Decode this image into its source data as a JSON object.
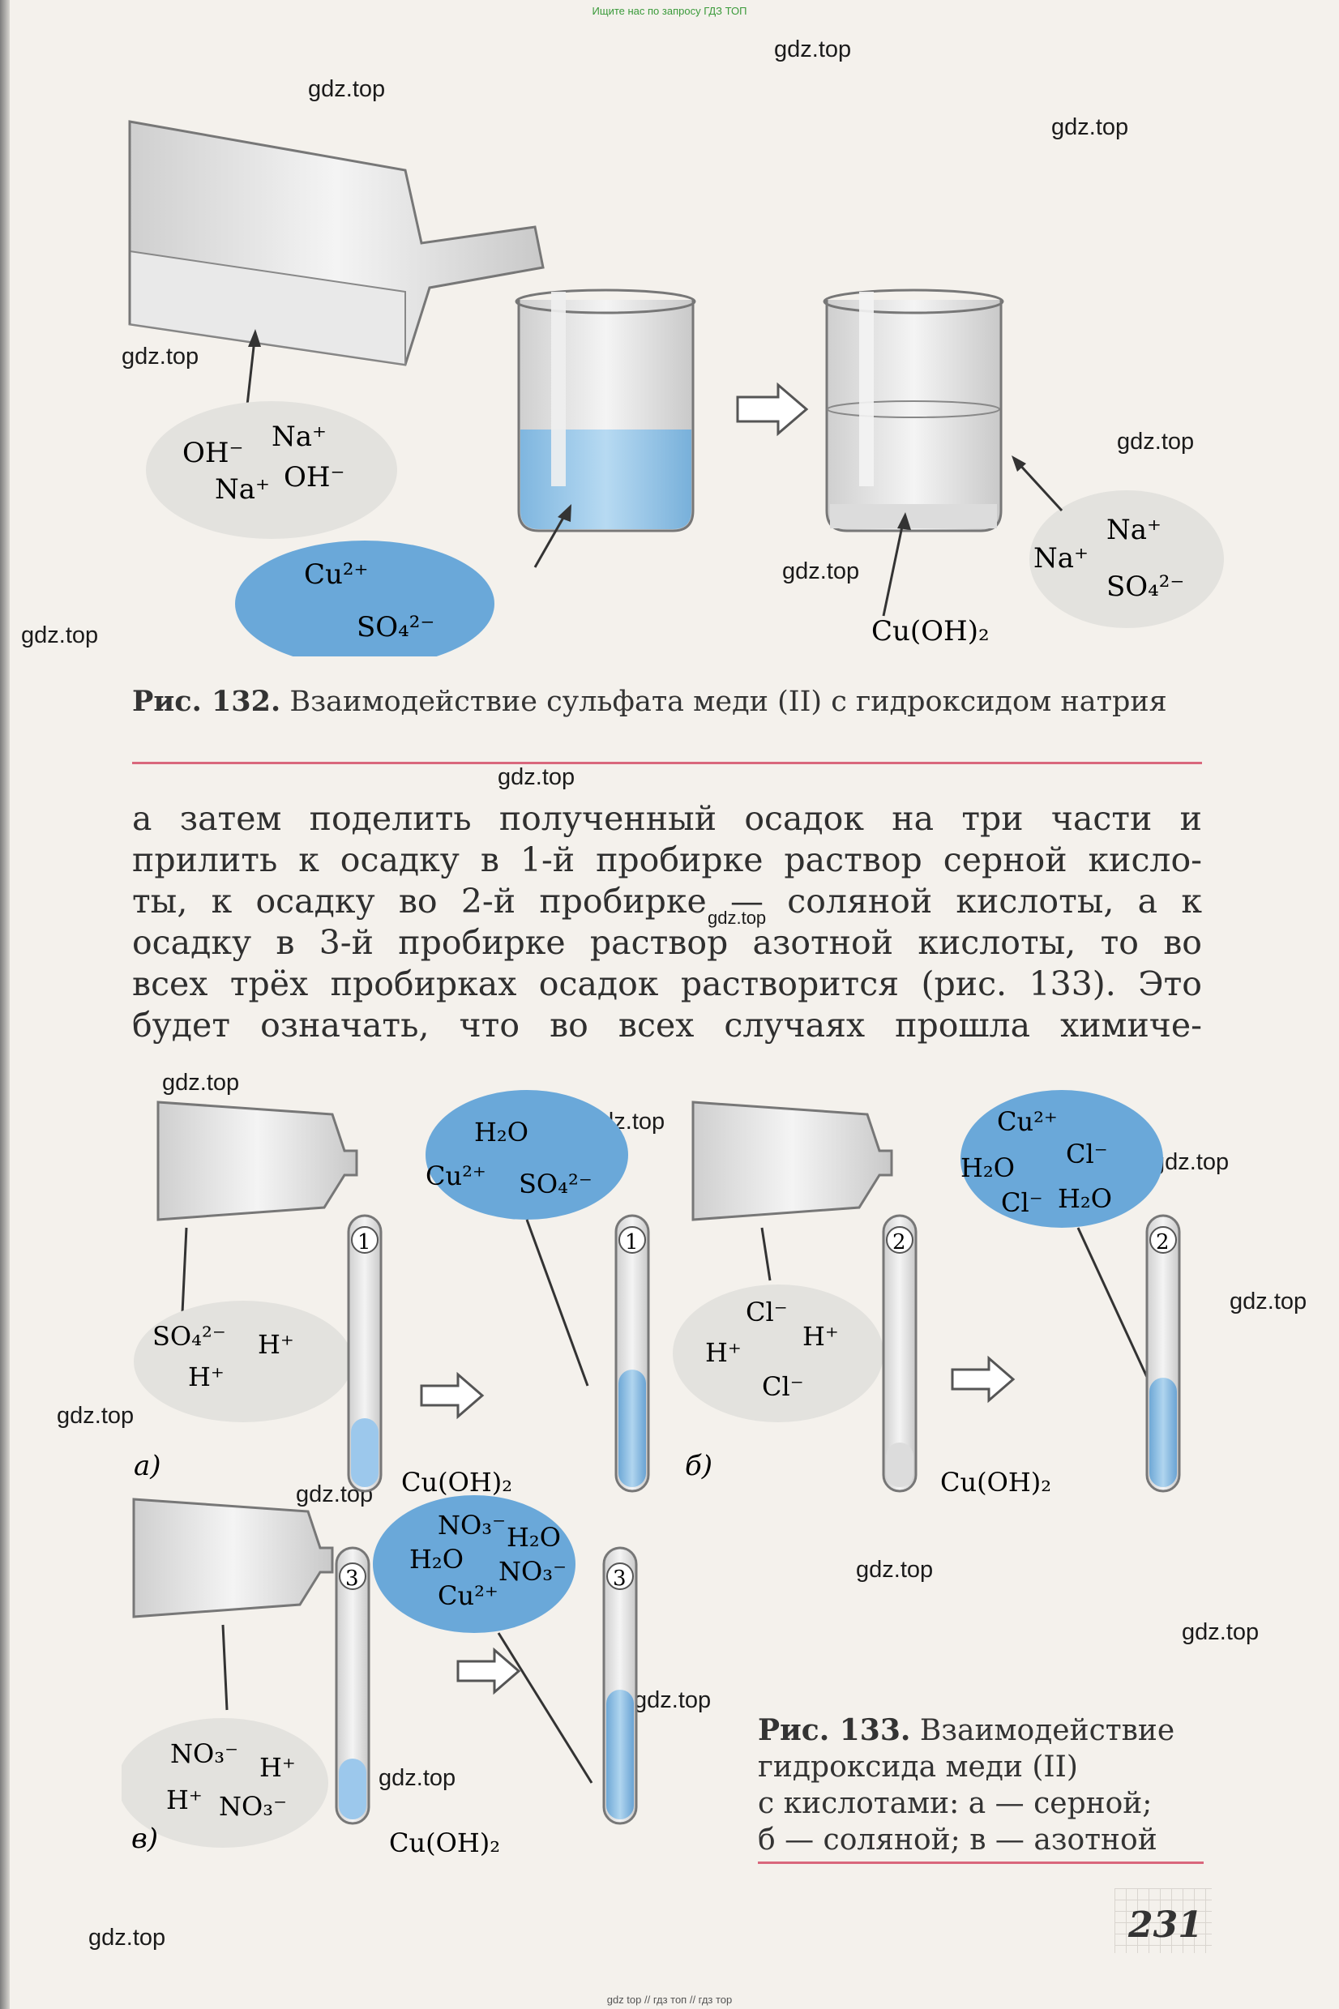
{
  "header": {
    "search_hint": "Ищите нас по запросу ГДЗ ТОП"
  },
  "footer": {
    "links": "gdz top // гдз топ // гдз тор"
  },
  "watermark": "gdz.top",
  "figure132": {
    "caption_number": "Рис. 132.",
    "caption_text": "Взаимодействие сульфата меди (II) с гидроксидом натрия",
    "ions_left": [
      "OH⁻",
      "Na⁺",
      "Na⁺",
      "OH⁻"
    ],
    "ions_copper": [
      "Cu²⁺",
      "SO₄²⁻"
    ],
    "ions_right": [
      "Na⁺",
      "Na⁺",
      "SO₄²⁻"
    ],
    "precipitate": "Cu(OH)₂"
  },
  "paragraph": {
    "lines": [
      "а затем поделить полученный осадок на три части и",
      "прилить к осадку в 1-й пробирке раствор серной кисло-",
      "ты, к осадку во 2-й пробирке — соляной кислоты, а к",
      "осадку в 3-й пробирке раствор азотной кислоты, то во",
      "всех трёх пробирках осадок растворится (рис. 133). Это",
      "будет означать, что во всех случаях прошла химиче-"
    ]
  },
  "figure133": {
    "caption_number": "Рис. 133.",
    "caption_lines": [
      "Взаимодействие",
      "гидроксида меди (II)",
      "с кислотами: а — серной;",
      "б — соляной; в — азотной"
    ],
    "panel_a": {
      "label": "а)",
      "tube_num": "1",
      "acid_ions": [
        "SO₄²⁻",
        "H⁺",
        "H⁺"
      ],
      "solution_ions": [
        "H₂O",
        "Cu²⁺",
        "SO₄²⁻"
      ],
      "precipitate": "Cu(OH)₂"
    },
    "panel_b": {
      "label": "б)",
      "tube_num": "2",
      "acid_ions": [
        "Cl⁻",
        "H⁺",
        "H⁺",
        "Cl⁻"
      ],
      "solution_ions": [
        "Cu²⁺",
        "H₂O",
        "Cl⁻",
        "Cl⁻",
        "H₂O"
      ],
      "precipitate": "Cu(OH)₂"
    },
    "panel_c": {
      "label": "в)",
      "tube_num": "3",
      "acid_ions": [
        "NO₃⁻",
        "H⁺",
        "H⁺",
        "NO₃⁻"
      ],
      "solution_ions": [
        "NO₃⁻",
        "H₂O",
        "H₂O",
        "NO₃⁻",
        "Cu²⁺"
      ],
      "precipitate": "Cu(OH)₂"
    }
  },
  "page_number": "231"
}
